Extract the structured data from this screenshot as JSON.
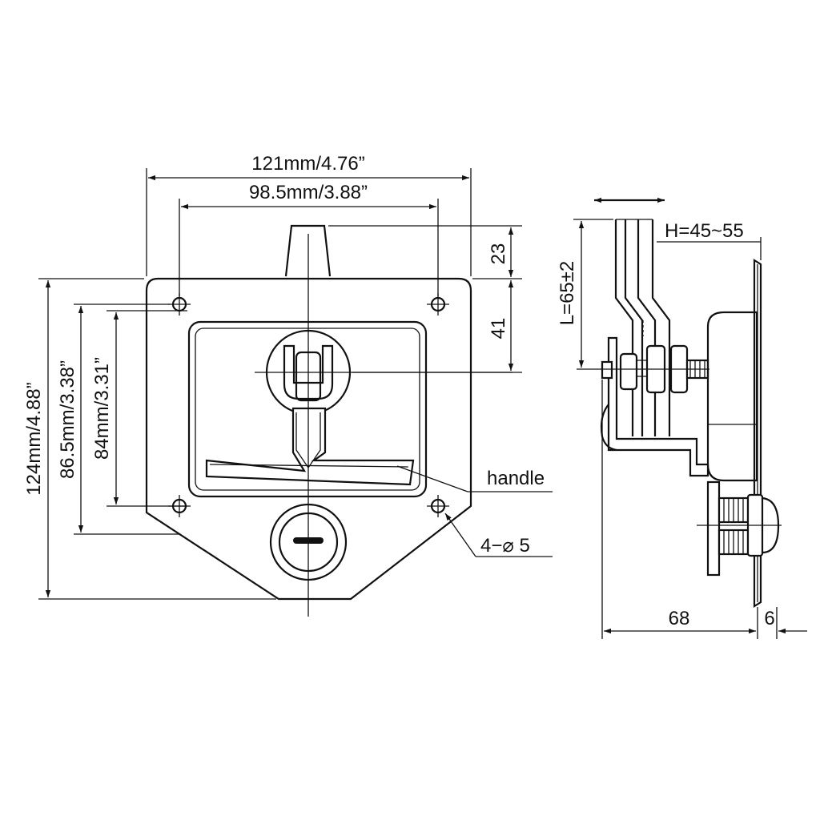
{
  "front_view": {
    "overall_width": "121mm/4.76”",
    "hole_spacing_width": "98.5mm/3.88”",
    "overall_height": "124mm/4.88”",
    "hole_spacing_height": "86.5mm/3.38”",
    "recess_height": "84mm/3.31”",
    "stem_height": "23",
    "stem_to_center": "41",
    "handle_label": "handle",
    "holes_label": "4−⌀ 5"
  },
  "side_view": {
    "length_label": "L=65±2",
    "h_label": "H=45~55",
    "depth": "68",
    "flange": "6"
  }
}
